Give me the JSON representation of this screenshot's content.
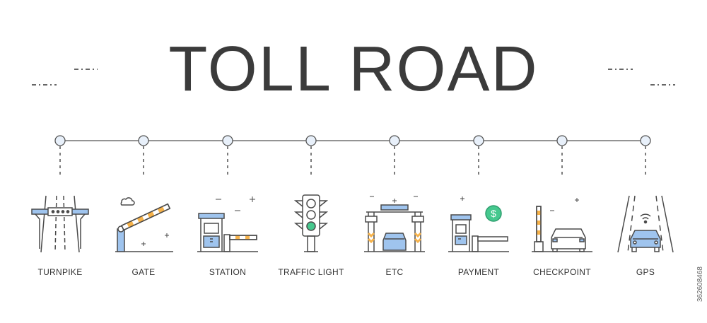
{
  "title": "TOLL ROAD",
  "items": [
    {
      "label": "TURNPIKE",
      "icon": "turnpike-icon"
    },
    {
      "label": "GATE",
      "icon": "gate-icon"
    },
    {
      "label": "STATION",
      "icon": "station-icon"
    },
    {
      "label": "TRAFFIC LIGHT",
      "icon": "traffic-light-icon"
    },
    {
      "label": "ETC",
      "icon": "etc-icon"
    },
    {
      "label": "PAYMENT",
      "icon": "payment-icon"
    },
    {
      "label": "CHECKPOINT",
      "icon": "checkpoint-icon"
    },
    {
      "label": "GPS",
      "icon": "gps-icon"
    }
  ],
  "stock_id": "362608468",
  "colors": {
    "line": "#4a4a4a",
    "blue": "#9fc4ee",
    "orange": "#f6b24a",
    "green": "#46c88e",
    "dot_fill": "#e8f0fa"
  }
}
